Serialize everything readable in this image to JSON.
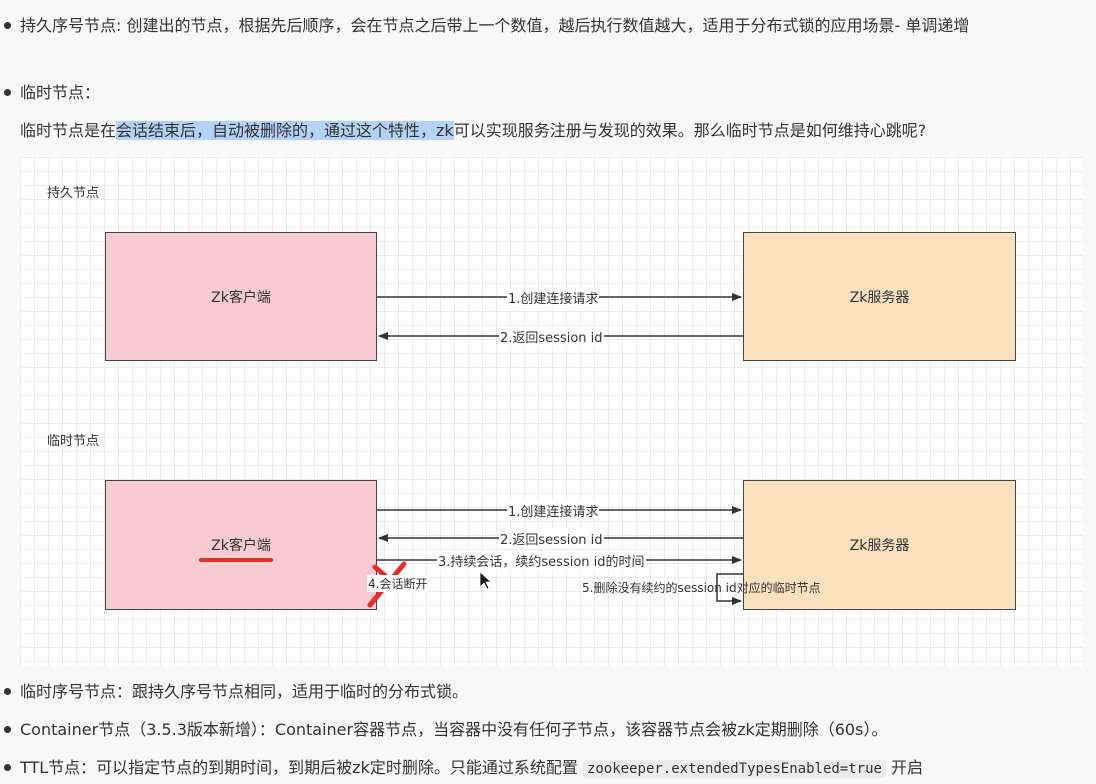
{
  "bullets_top": [
    {
      "id": "persistent-seq",
      "text": "持久序号节点: 创建出的节点，根据先后顺序，会在节点之后带上一个数值，越后执行数值越大，适用于分布式锁的应用场景- 单调递增"
    },
    {
      "id": "ephemeral",
      "text": "临时节点："
    }
  ],
  "ephemeral_paragraph": {
    "before": "临时节点是在",
    "highlight": "会话结束后，自动被删除的，通过这个特性，zk",
    "after": "可以实现服务注册与发现的效果。那么临时节点是如何维持心跳呢?"
  },
  "diagram": {
    "persistent": {
      "label": "持久节点",
      "client": "Zk客户端",
      "server": "Zk服务器",
      "arrows": [
        "1.创建连接请求",
        "2.返回session id"
      ]
    },
    "ephemeral": {
      "label": "临时节点",
      "client": "Zk客户端",
      "server": "Zk服务器",
      "arrows": [
        "1.创建连接请求",
        "2.返回session id",
        "3.持续会话，续约session id的时间"
      ],
      "disconnect_label": "4.会话断开",
      "delete_label": "5.删除没有续约的session id对应的临时节点"
    },
    "colors": {
      "client": "#f8cbd4",
      "server": "#fae0bc",
      "annotation": "#e0302a"
    }
  },
  "bullets_bottom": [
    {
      "id": "ephemeral-seq",
      "text": "临时序号节点：跟持久序号节点相同，适用于临时的分布式锁。"
    },
    {
      "id": "container",
      "text": "Container节点（3.5.3版本新增）：Container容器节点，当容器中没有任何子节点，该容器节点会被zk定期删除（60s）。"
    },
    {
      "id": "ttl",
      "text_before": "TTL节点：可以指定节点的到期时间，到期后被zk定时删除。只能通过系统配置 ",
      "code": "zookeeper.extendedTypesEnabled=true",
      "text_after": " 开启"
    }
  ]
}
